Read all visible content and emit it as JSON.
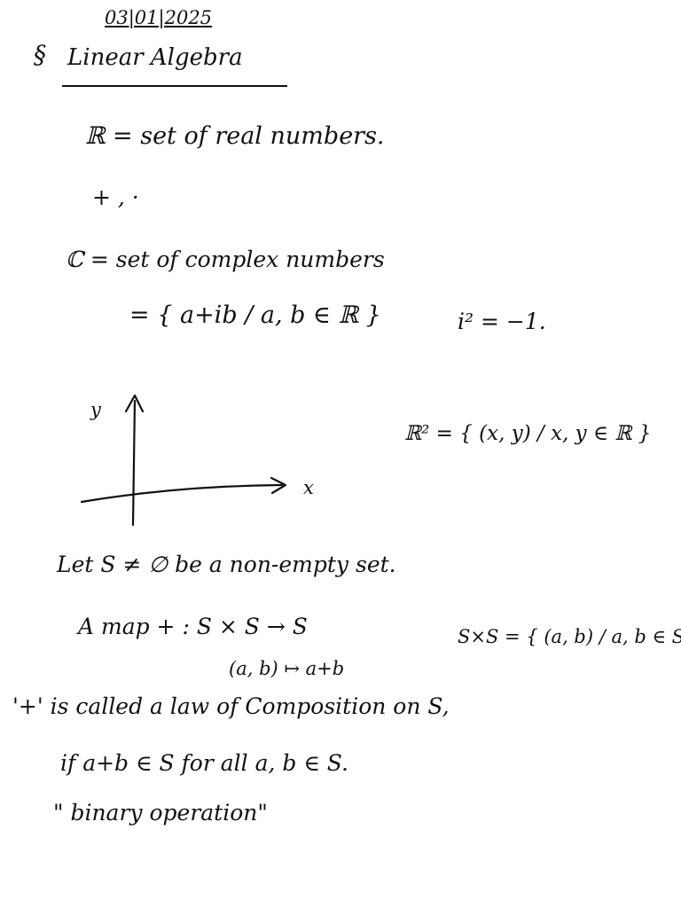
{
  "header": {
    "date": "03|01|2025",
    "section_mark": "§",
    "title": "Linear Algebra"
  },
  "lines": {
    "reals_def": "ℝ  =  set of real numbers.",
    "ops": "+ ,  ·",
    "complex_def": "ℂ  =  set of complex numbers",
    "complex_set": "=  { a+ib /  a, b ∈ ℝ }",
    "i_squared": "i² = −1.",
    "r2_def": "ℝ² = { (x, y) / x, y ∈ ℝ }",
    "let_s": "Let   S ≠ ∅   be   a   non-empty set.",
    "map_def": "A  map  + :  S × S → S",
    "sxs_def": "S×S = { (a, b) / a, b ∈ S }.",
    "map_rule": "(a, b) ↦  a+b",
    "called": "'+'  is  called  a  law  of  Composition  on S,",
    "if_clause": "if   a+b ∈ S   for   all   a, b ∈ S.",
    "binary_op": "\"  binary operation\""
  },
  "axes": {
    "y_label": "y",
    "x_label": "x"
  }
}
